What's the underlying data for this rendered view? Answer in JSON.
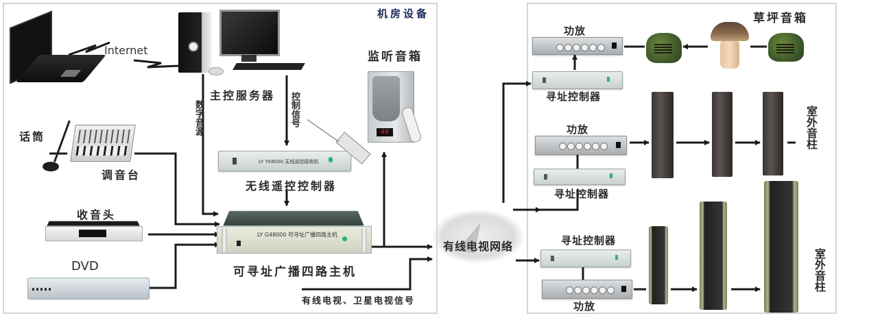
{
  "left_panel": {
    "title": "机房设备",
    "internet_label": "Internet",
    "server_label": "主控服务器",
    "digital_source_label": "数字音源",
    "control_signal_label": "控制信号",
    "wireless_controller_label": "无线遥控控制器",
    "wireless_device_text": "LY YK8000 无线遥控接收机",
    "monitor_speaker_label": "监听音箱",
    "monitor_display": "49",
    "mic_label": "话筒",
    "mixer_label": "调音台",
    "tuner_label": "收音头",
    "dvd_label": "DVD",
    "host_label": "可寻址广播四路主机",
    "host_device_text": "LY G48000 可寻址广播四路主机",
    "tv_signal_label": "有线电视、卫星电视信号"
  },
  "network": {
    "label": "有线电视网络"
  },
  "right_panel": {
    "zones": [
      {
        "amp_label": "功放",
        "controller_label": "寻址控制器",
        "speaker_group_label": "草坪音箱"
      },
      {
        "amp_label": "功放",
        "controller_label": "寻址控制器",
        "speaker_group_label": "室外音柱"
      },
      {
        "amp_label": "功放",
        "controller_label": "寻址控制器",
        "speaker_group_label": "室外音柱"
      }
    ]
  },
  "colors": {
    "title": "#1c2a5a",
    "wire": "#1a1a1a",
    "panel_border": "#d4d4d4"
  }
}
